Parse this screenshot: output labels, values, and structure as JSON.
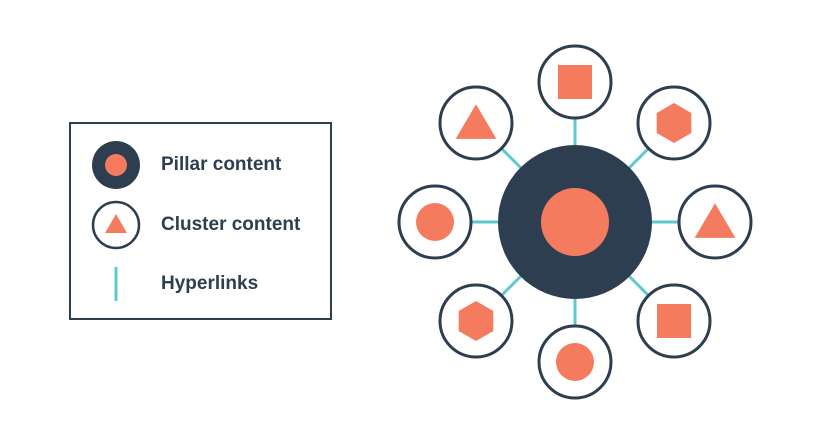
{
  "colors": {
    "navy": "#2d3e50",
    "coral": "#f47b5e",
    "link": "#5fc8cf",
    "white": "#ffffff"
  },
  "legend": {
    "items": [
      {
        "label": "Pillar content",
        "marker": "pillar"
      },
      {
        "label": "Cluster content",
        "marker": "cluster"
      },
      {
        "label": "Hyperlinks",
        "marker": "link"
      }
    ]
  },
  "diagram": {
    "pillar": {
      "shape": "circle"
    },
    "clusters": [
      {
        "position": "top",
        "shape": "square"
      },
      {
        "position": "top-right",
        "shape": "hexagon"
      },
      {
        "position": "right",
        "shape": "triangle"
      },
      {
        "position": "bottom-right",
        "shape": "square"
      },
      {
        "position": "bottom",
        "shape": "circle"
      },
      {
        "position": "bottom-left",
        "shape": "hexagon"
      },
      {
        "position": "left",
        "shape": "circle"
      },
      {
        "position": "top-left",
        "shape": "triangle"
      }
    ]
  }
}
